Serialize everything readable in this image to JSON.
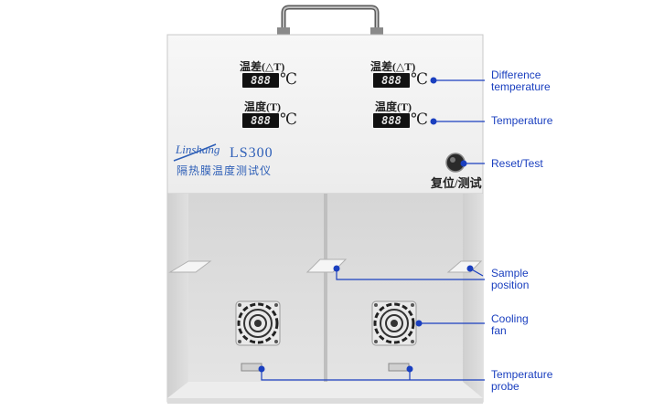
{
  "panel": {
    "left": {
      "diff_label": "温差(△T)",
      "diff_value": "888",
      "temp_label": "温度(T)",
      "temp_value": "888",
      "unit": "℃"
    },
    "right": {
      "diff_label": "温差(△T)",
      "diff_value": "888",
      "temp_label": "温度(T)",
      "temp_value": "888",
      "unit": "℃"
    },
    "brand": "Linshang",
    "model": "LS300",
    "subtitle": "隔热膜温度测试仪",
    "reset_label": "复位/测试"
  },
  "callouts": {
    "difference_temperature": [
      "Difference",
      "temperature"
    ],
    "temperature": "Temperature",
    "reset_test": "Reset/Test",
    "sample_position": [
      "Sample",
      "position"
    ],
    "cooling_fan": [
      "Cooling",
      "fan"
    ],
    "temperature_probe": [
      "Temperature",
      "probe"
    ]
  },
  "colors": {
    "callout_line": "#1a3fbf",
    "brand": "#2e5fb7",
    "panel": "#f2f2f2",
    "display": "#111111"
  }
}
